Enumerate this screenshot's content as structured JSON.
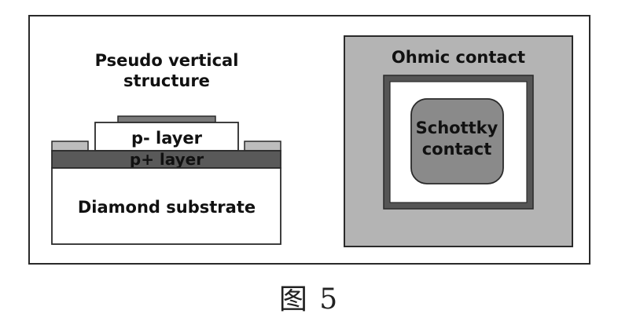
{
  "diagram": {
    "left_title_line1": "Pseudo vertical",
    "left_title_line2": "structure",
    "p_minus_label": "p- layer",
    "p_plus_label": "p+ layer",
    "substrate_label": "Diamond substrate",
    "ohmic_label": "Ohmic contact",
    "schottky_line1": "Schottky",
    "schottky_line2": "contact"
  },
  "caption": "图 5",
  "colors": {
    "ohmic_fill": "#b4b4b4",
    "p_plus_fill": "#595959",
    "schottky_fill": "#8a8a8a",
    "contact_fill": "#bdbdbd",
    "outline": "#2a2a2a"
  }
}
